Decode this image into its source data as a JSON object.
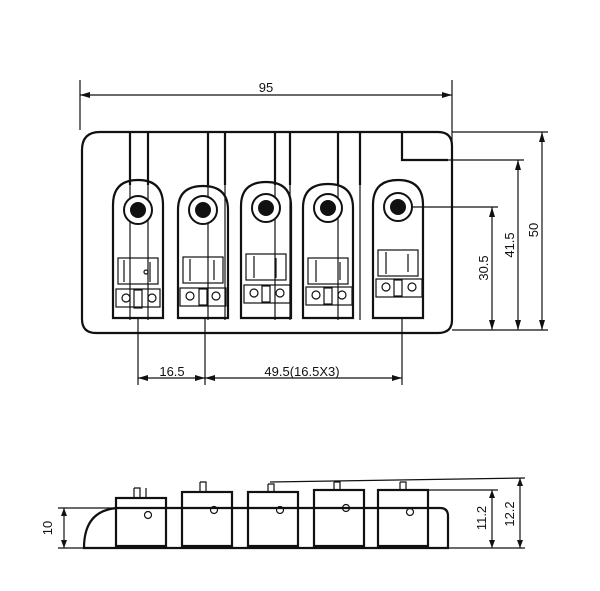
{
  "dimensions": {
    "overall_width": "95",
    "string_spacing_first": "16.5",
    "string_spacing_rest": "49.5(16.5X3)",
    "hole_height": "30.5",
    "slot_height": "41.5",
    "overall_depth": "50",
    "base_height": "10",
    "saddle_height_low": "11.2",
    "saddle_height_high": "12.2"
  }
}
